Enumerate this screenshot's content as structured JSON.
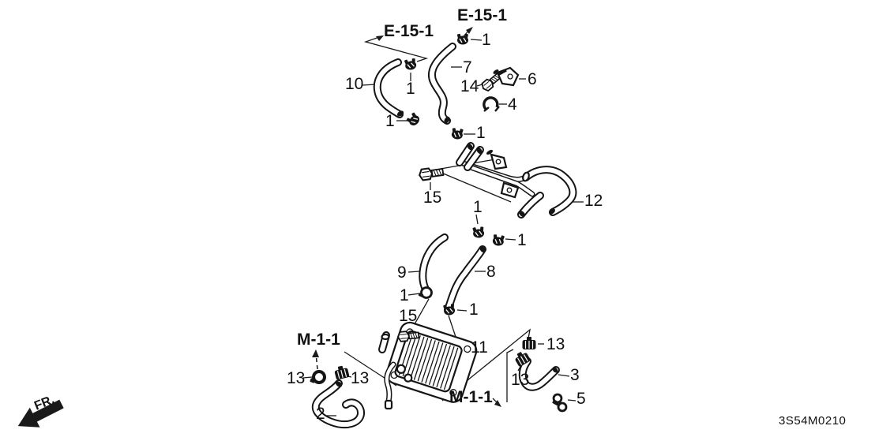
{
  "diagram": {
    "code": "3S54M0210",
    "front_marker": "FR.",
    "cross_refs": {
      "e15": "E-15-1",
      "m11": "M-1-1"
    },
    "callouts": {
      "n1": "1",
      "n2": "2",
      "n3": "3",
      "n4": "4",
      "n5": "5",
      "n6": "6",
      "n7": "7",
      "n8": "8",
      "n9": "9",
      "n10": "10",
      "n11": "11",
      "n12": "12",
      "n13": "13",
      "n14": "14",
      "n15": "15"
    }
  }
}
